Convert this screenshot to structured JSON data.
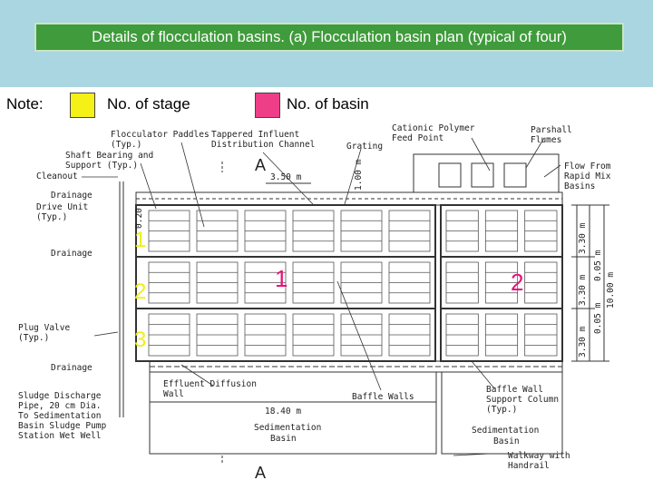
{
  "title": "Details of flocculation basins. (a) Flocculation basin plan (typical of four)",
  "legend": {
    "note_label": "Note:",
    "stage_label": "No. of stage",
    "basin_label": "No. of basin",
    "stage_color": "#f5f016",
    "basin_color": "#ef3e88"
  },
  "drawing": {
    "labels": {
      "flocculator_paddles": "Flocculator Paddles",
      "typ": "(Typ.)",
      "shaft_bearing": "Shaft Bearing and",
      "support": "Support (Typ.)",
      "cleanout": "Cleanout",
      "drainage": "Drainage",
      "drive_unit": "Drive Unit",
      "tapered_influent": "Tappered Influent",
      "distribution_channel": "Distribution Channel",
      "grating": "Grating",
      "cationic_polymer": "Cationic Polymer",
      "feed_point": "Feed Point",
      "parshall": "Parshall",
      "flumes": "Flumes",
      "flow_from": "Flow From",
      "rapid_mix": "Rapid Mix",
      "basins": "Basins",
      "plug_valve": "Plug Valve",
      "effluent_diffusion": "Effluent Diffusion",
      "wall": "Wall",
      "baffle_walls": "Baffle Walls",
      "baffle_wall_support": "Baffle Wall",
      "support_column": "Support Column",
      "sludge_1": "Sludge Discharge",
      "sludge_2": "Pipe, 20 cm Dia.",
      "sludge_3": "To Sedimentation",
      "sludge_4": "Basin Sludge Pump",
      "sludge_5": "Station Wet Well",
      "sedimentation_basin": "Sedimentation",
      "basin": "Basin",
      "walkway": "Walkway with",
      "handrail": "Handrail",
      "section_a": "A",
      "dim_350": "3.50 m",
      "dim_100": "1.00 m",
      "dim_020": "0.20",
      "dim_1840": "18.40 m",
      "dim_330a": "3.30 m",
      "dim_330b": "3.30 m",
      "dim_330c": "3.30 m",
      "dim_005a": "0.05 m",
      "dim_005b": "0.05 m",
      "dim_1000": "10.00 m"
    },
    "stage_numbers": [
      "1",
      "2",
      "3"
    ],
    "basin_numbers": [
      "1",
      "2"
    ]
  }
}
